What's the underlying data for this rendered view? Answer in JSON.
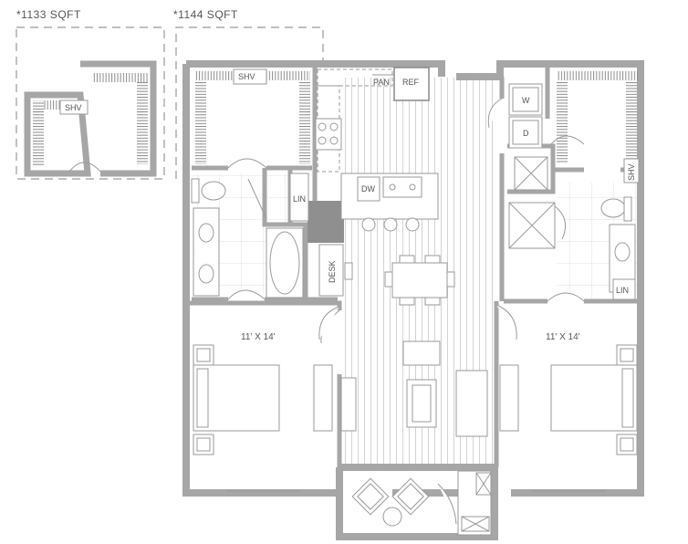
{
  "variants": [
    {
      "label": "*1133 SQFT"
    },
    {
      "label": "*1144 SQFT"
    }
  ],
  "rooms": {
    "bedroom_left": "11' X 14'",
    "bedroom_right": "11' X 14'"
  },
  "fixtures": {
    "shv": "SHV",
    "pan": "PAN",
    "ref": "REF",
    "dw": "DW",
    "lin": "LIN",
    "desk": "DESK",
    "washer": "W",
    "dryer": "D"
  },
  "colors": {
    "wall": "#a6a6a6",
    "wall_dark": "#8f8f8f",
    "line": "#9a9a9a",
    "wardrobe": "#8c8c8c",
    "floor_stripes": "#d3d3d3",
    "text": "#555555"
  }
}
